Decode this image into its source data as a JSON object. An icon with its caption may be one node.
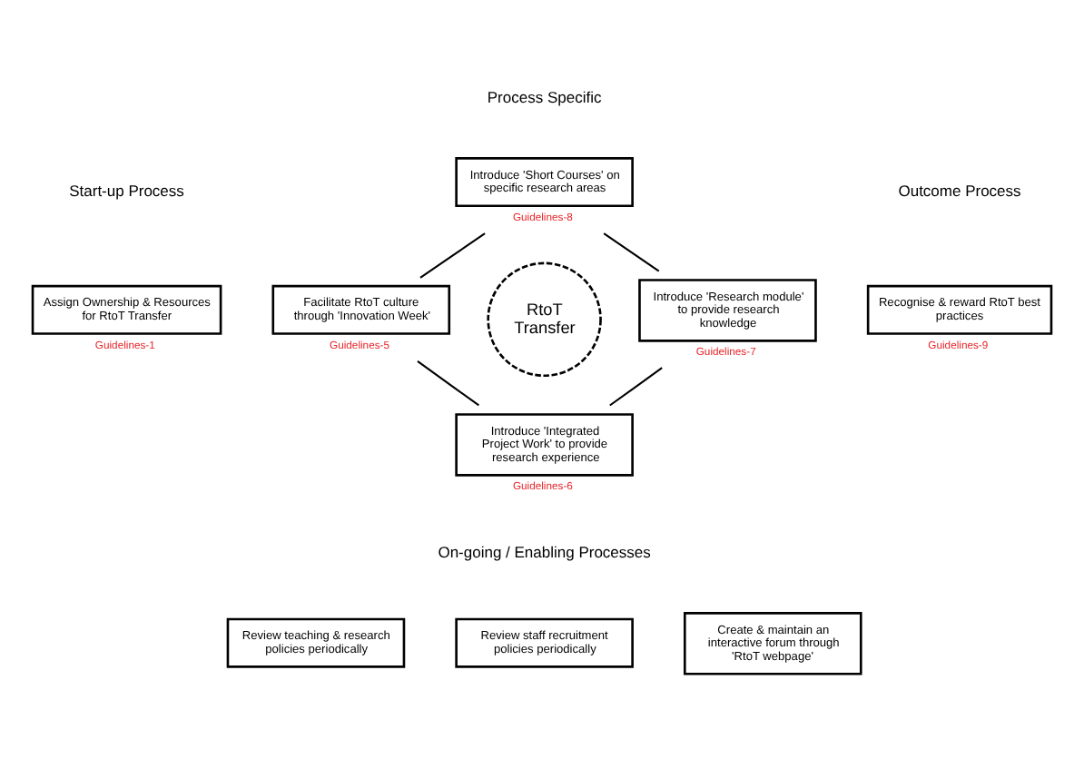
{
  "diagram": {
    "nodes": [
      {
        "text": [
          "Assign Ownership & Resources for RtoT Transfer"
        ],
        "beside": [
          "Guidelines-1"
        ]
      },
      {
        "text": [
          "Introduce 'Short Courses' on specific research areas"
        ],
        "beside": [
          "Guidelines-8"
        ]
      },
      {
        "text": [
          "Facilitate RtoT culture through 'Innovation Week'"
        ],
        "beside": [
          "Guidelines-5"
        ]
      },
      {
        "text": [
          "RtoT Transfer"
        ]
      },
      {
        "text": [
          "Introduce 'Research module' to provide research knowledge"
        ],
        "beside": [
          "Guidelines-7"
        ]
      },
      {
        "text": [
          "Introduce 'Integrated Project Work' to provide research experience"
        ],
        "beside": [
          "Guidelines-6"
        ]
      },
      {
        "text": [
          "Recognise & reward RtoT best practices"
        ],
        "beside": [
          "Guidelines-9"
        ]
      },
      {
        "text": [
          "Review teaching & research policies periodically"
        ]
      },
      {
        "text": [
          "Review staff recruitment policies periodically"
        ]
      },
      {
        "text": [
          "Create & maintain an interactive forum through 'RtoT webpage'"
        ]
      }
    ],
    "edges": [
      {
        "from": 1,
        "to": 4,
        "arrow": "none"
      },
      {
        "from": 4,
        "to": 5,
        "arrow": "none"
      },
      {
        "from": 5,
        "to": 2,
        "arrow": "none"
      },
      {
        "from": 2,
        "to": 1,
        "arrow": "none"
      }
    ],
    "labels": [
      "Process Specific",
      "Start-up Process",
      "Outcome Process",
      "On-going / Enabling Processes"
    ]
  }
}
